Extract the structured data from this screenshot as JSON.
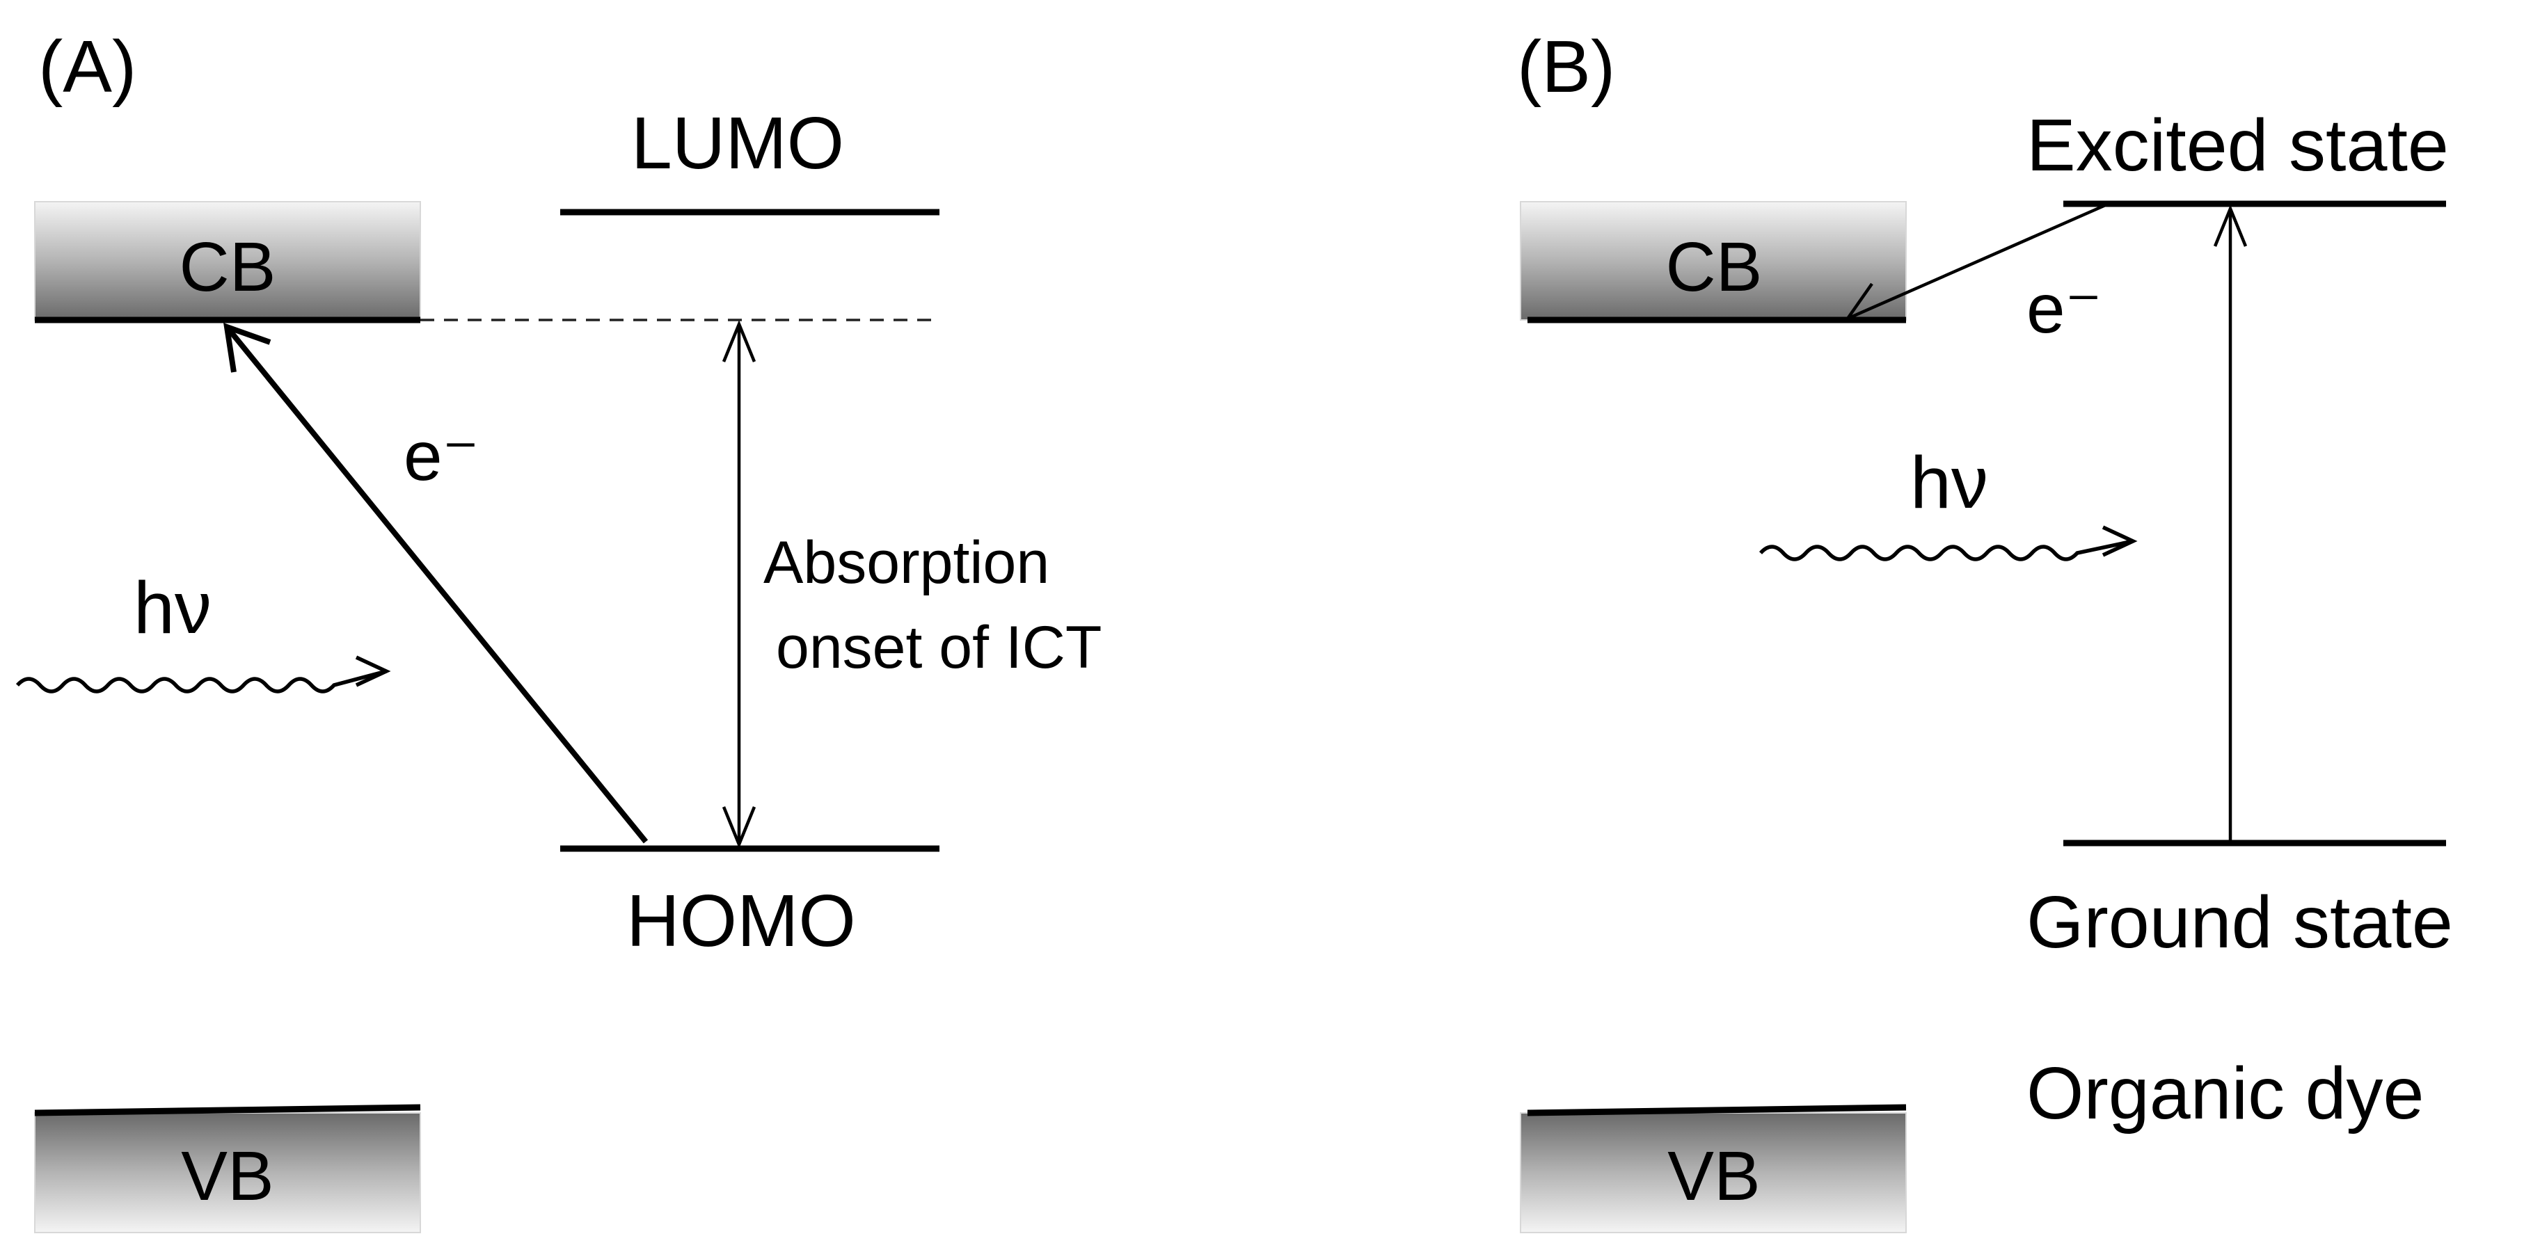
{
  "panel_a": {
    "label": "(A)",
    "cb_label": "CB",
    "vb_label": "VB",
    "lumo_label": "LUMO",
    "homo_label": "HOMO",
    "electron_label": "e⁻",
    "photon_label": "hν",
    "absorption_label_line1": "Absorption",
    "absorption_label_line2": "onset of ICT"
  },
  "panel_b": {
    "label": "(B)",
    "cb_label": "CB",
    "vb_label": "VB",
    "excited_state_label": "Excited state",
    "ground_state_label": "Ground state",
    "organic_dye_label": "Organic dye",
    "electron_label": "e⁻",
    "photon_label": "hν"
  }
}
